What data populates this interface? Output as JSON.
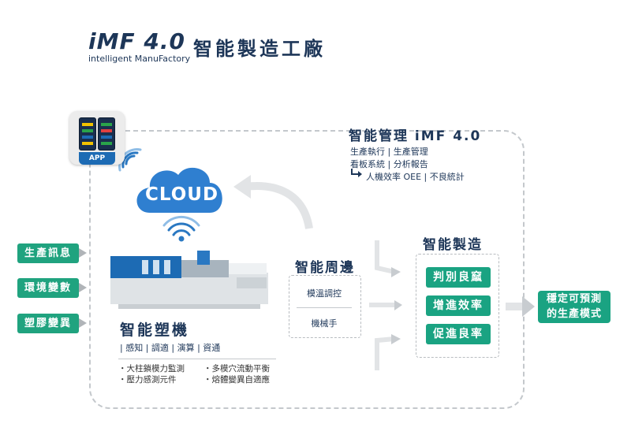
{
  "header": {
    "brand": "iMF 4.0",
    "brand_sub": "intelligent ManuFactory",
    "title": "智能製造工廠"
  },
  "app": {
    "label": "APP"
  },
  "cloud": {
    "label": "CLOUD"
  },
  "management": {
    "title": "智能管理 iMF 4.0",
    "line1": "生產執行 | 生產管理",
    "line2": "看板系統 | 分析報告",
    "line3": "人機效率 OEE | 不良統計"
  },
  "inputs": [
    "生產訊息",
    "環境變數",
    "塑膠變異"
  ],
  "machine": {
    "title": "智能塑機",
    "subtitle": "| 感知 | 調適 | 演算 | 資通",
    "bullets_left": [
      "・大柱鎖模力監測",
      "・壓力感測元件"
    ],
    "bullets_right": [
      "・多模穴流動平衡",
      "・熔體變異自適應"
    ]
  },
  "periphery": {
    "title": "智能周邊",
    "items": [
      "模溫調控",
      "機械手"
    ]
  },
  "manufacture": {
    "title": "智能製造",
    "items": [
      "判別良窳",
      "增進效率",
      "促進良率"
    ]
  },
  "result": {
    "line1": "穩定可預測",
    "line2": "的生產模式"
  },
  "colors": {
    "navy": "#1d3658",
    "green": "#1aa382",
    "blue": "#1d6bb4",
    "gray": "#c4c8cc"
  }
}
